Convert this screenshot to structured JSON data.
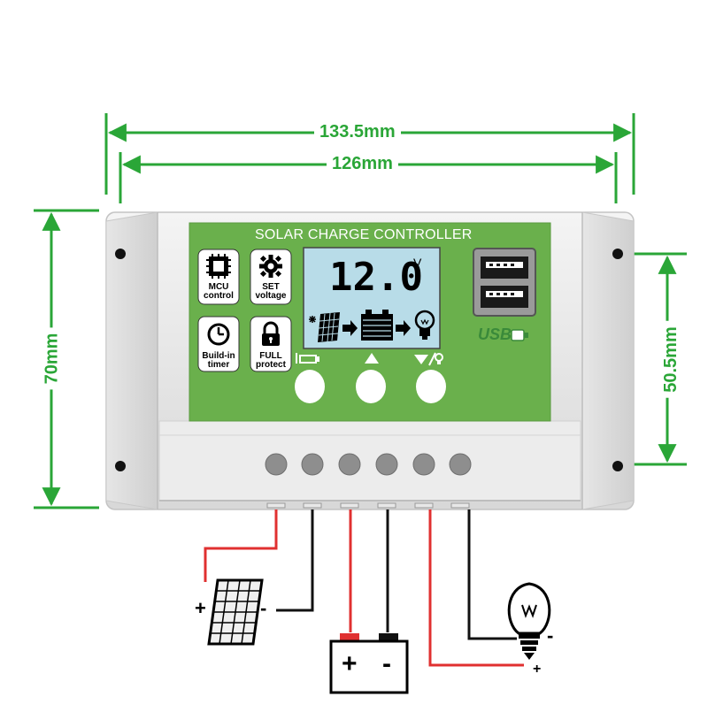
{
  "dimensions": {
    "overall_width": "133.5mm",
    "hole_spacing_width": "126mm",
    "overall_height": "70mm",
    "hole_spacing_height": "50.5mm"
  },
  "panel": {
    "title": "SOLAR CHARGE CONTROLLER",
    "display_value": "12.0",
    "display_unit": "V",
    "usb_label": "USB",
    "panel_color": "#6ab04c",
    "display_color": "#b8dce8",
    "dimension_color": "#2aa637"
  },
  "feature_icons": [
    {
      "line1": "MCU",
      "line2": "control",
      "icon": "chip-icon"
    },
    {
      "line1": "SET",
      "line2": "voltage",
      "icon": "gear-icon"
    },
    {
      "line1": "Build-in",
      "line2": "timer",
      "icon": "clock-icon"
    },
    {
      "line1": "FULL",
      "line2": "protect",
      "icon": "lock-icon"
    }
  ],
  "lcd_flow_icons": [
    "solar-panel-icon",
    "arrow-icon",
    "battery-icon",
    "arrow-icon",
    "bulb-icon"
  ],
  "buttons": [
    {
      "icon": "battery-indicator-icon"
    },
    {
      "icon": "up-arrow-icon"
    },
    {
      "icon": "down-light-icon"
    }
  ],
  "terminals": [
    {
      "device": "solar panel",
      "polarity": "+",
      "wire_color": "#e03030"
    },
    {
      "device": "solar panel",
      "polarity": "-",
      "wire_color": "#111111"
    },
    {
      "device": "battery",
      "polarity": "+",
      "wire_color": "#e03030"
    },
    {
      "device": "battery",
      "polarity": "-",
      "wire_color": "#111111"
    },
    {
      "device": "load",
      "polarity": "+",
      "wire_color": "#e03030"
    },
    {
      "device": "load",
      "polarity": "-",
      "wire_color": "#111111"
    }
  ],
  "wiring_labels": {
    "solar_plus": "+",
    "solar_minus": "-",
    "battery_plus": "+",
    "battery_minus": "-",
    "load_minus": "-",
    "load_plus": "+"
  }
}
